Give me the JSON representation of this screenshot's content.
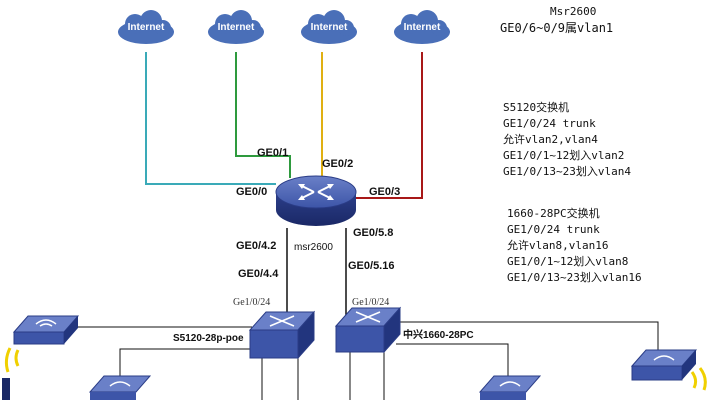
{
  "clouds": [
    "Internet",
    "Internet",
    "Internet",
    "Internet"
  ],
  "router": {
    "name": "msr2600",
    "ports": {
      "ge00": "GE0/0",
      "ge01": "GE0/1",
      "ge02": "GE0/2",
      "ge03": "GE0/3",
      "ge042": "GE0/4.2",
      "ge044": "GE0/4.4",
      "ge058": "GE0/5.8",
      "ge0516": "GE0/5.16"
    },
    "line_colors": {
      "ge00": "#3aaab8",
      "ge01": "#2e9a3e",
      "ge02": "#e0b012",
      "ge03": "#a81818"
    }
  },
  "switches": {
    "s5120": {
      "name": "S5120-28p-poe",
      "port": "Ge1/0/24"
    },
    "zx1660": {
      "name": "中兴1660-28PC",
      "port": "Ge1/0/24"
    }
  },
  "notes": {
    "msr": [
      "Msr2600",
      "GE0/6~0/9属vlan1"
    ],
    "s5120": [
      "S5120交换机",
      "GE1/0/24 trunk",
      " 允许vlan2,vlan4",
      "GE1/0/1~12划入vlan2",
      "GE1/0/13~23划入vlan4"
    ],
    "zx1660": [
      "1660-28PC交换机",
      "GE1/0/24 trunk",
      "允许vlan8,vlan16",
      "GE1/0/1~12划入vlan8",
      "GE1/0/13~23划入vlan16"
    ]
  }
}
